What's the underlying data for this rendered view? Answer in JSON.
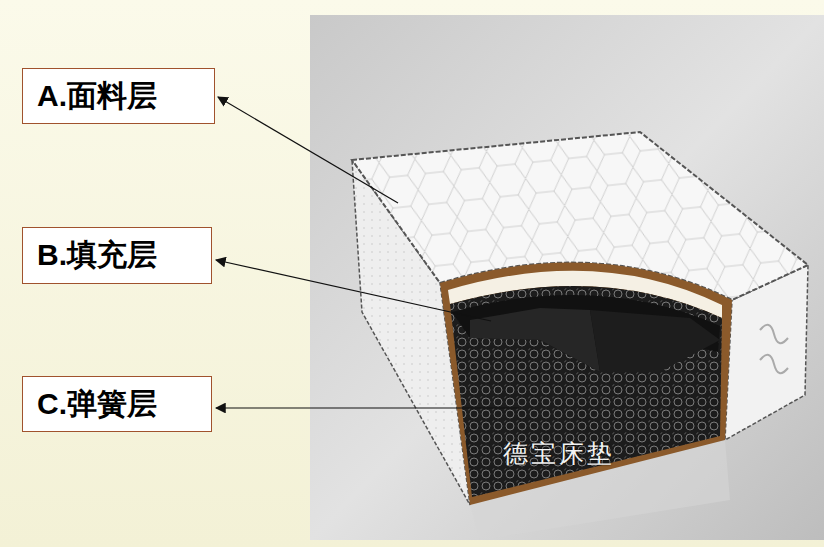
{
  "diagram": {
    "nodes": [
      {
        "text": [
          "A.面料层"
        ]
      },
      {
        "text": [
          "B.填充层"
        ]
      },
      {
        "text": [
          "C.弹簧层"
        ]
      }
    ],
    "labels": [
      "德宝床垫"
    ]
  }
}
